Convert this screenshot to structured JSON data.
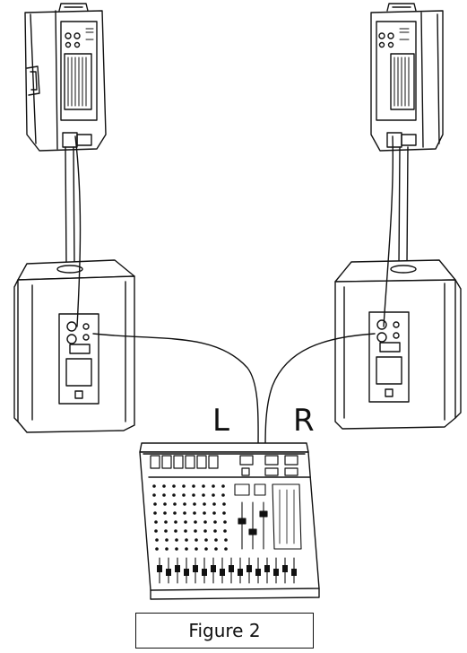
{
  "labels": {
    "left": "L",
    "right": "R"
  },
  "caption": "Figure 2",
  "colors": {
    "line": "#111111",
    "background": "#ffffff"
  },
  "icons": [
    "top-speaker-left",
    "top-speaker-right",
    "subwoofer-left",
    "subwoofer-right",
    "mixer-console"
  ]
}
